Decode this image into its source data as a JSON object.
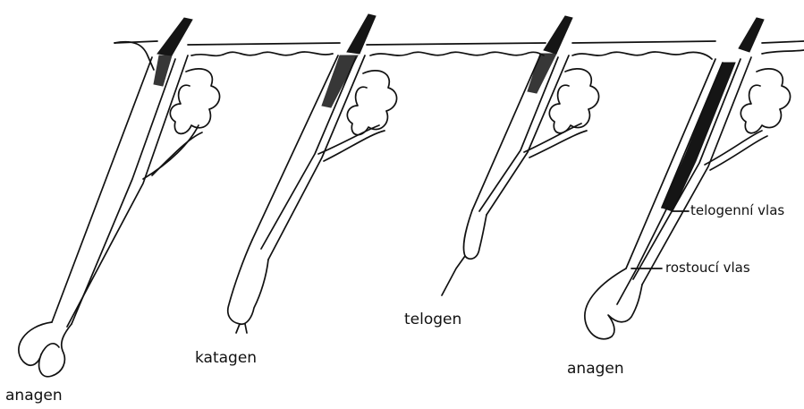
{
  "labels": {
    "anagen_left": "anagen",
    "katagen": "katagen",
    "telogen": "telogen",
    "anagen_right": "anagen",
    "telogenni_vlas": "telogenní vlas",
    "rostouci_vlas": "rostoucí vlas"
  },
  "colors": {
    "ink": "#111111",
    "hair_shaft": "#151515",
    "background": "#ffffff"
  }
}
